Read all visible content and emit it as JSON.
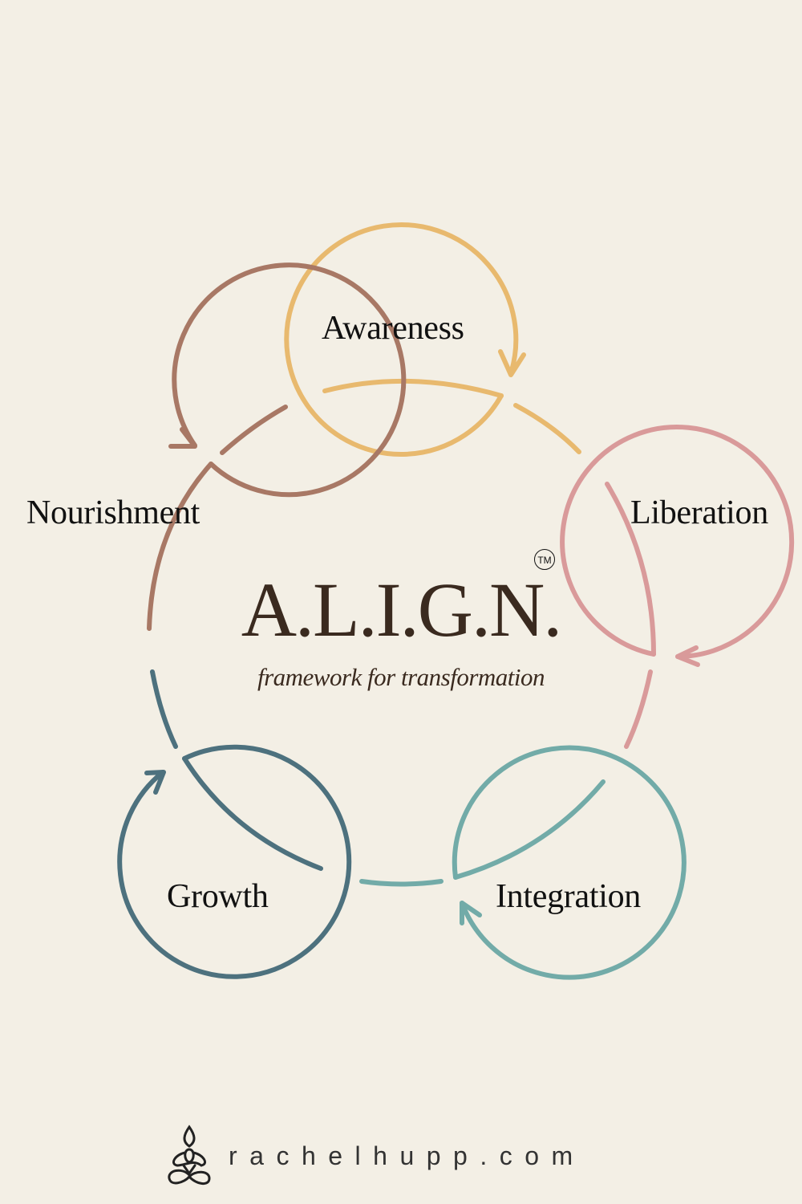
{
  "diagram": {
    "title": "A.L.I.G.N.",
    "trademark": "TM",
    "subtitle": "framework for transformation",
    "stages": [
      {
        "label": "Awareness",
        "color": "#e8b96e"
      },
      {
        "label": "Liberation",
        "color": "#d99a9a"
      },
      {
        "label": "Integration",
        "color": "#72aba8"
      },
      {
        "label": "Growth",
        "color": "#4d717e"
      },
      {
        "label": "Nourishment",
        "color": "#a87865"
      }
    ],
    "flow": "Awareness → Liberation → Integration → Growth → Nourishment → Awareness"
  },
  "footer": {
    "logo_icon": "meditation-figure-icon",
    "website": "rachelhupp.com"
  },
  "colors": {
    "background": "#f3efe5",
    "title_text": "#3a2a1f"
  }
}
